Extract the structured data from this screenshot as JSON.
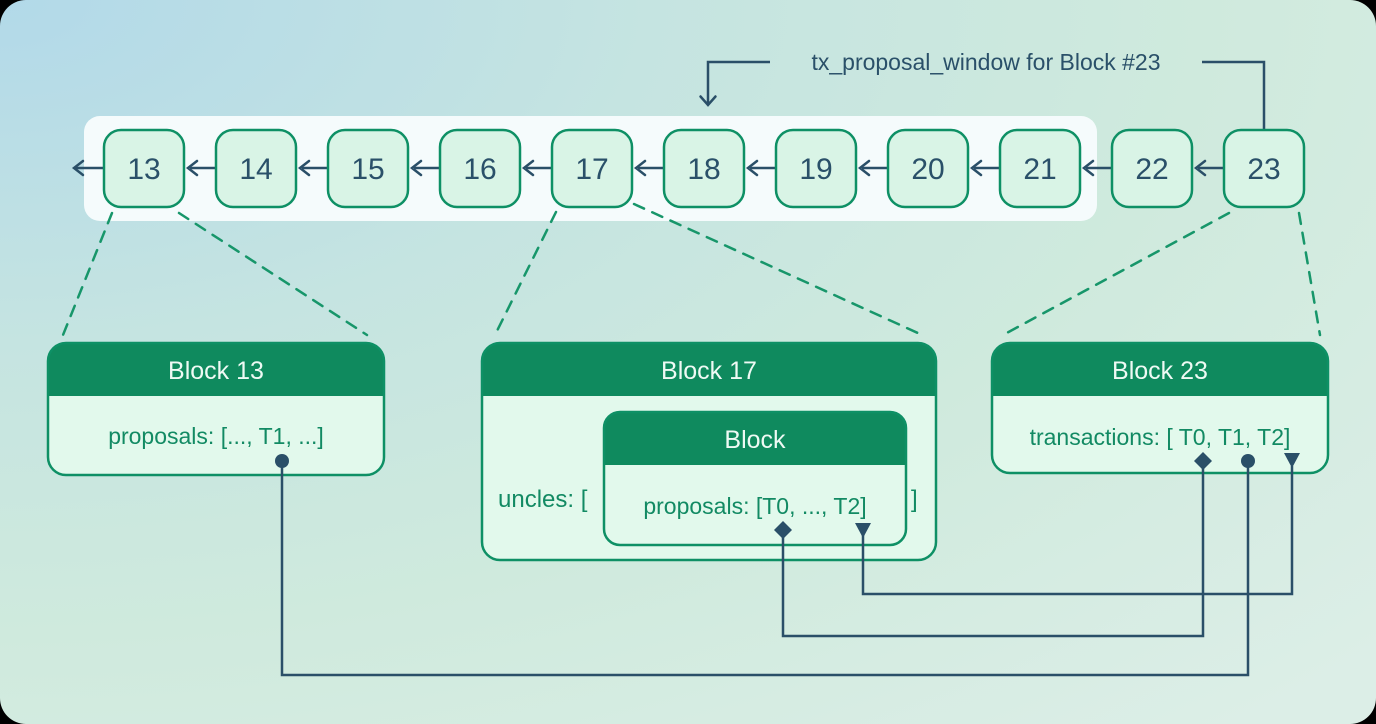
{
  "title": {
    "label": "tx_proposal_window for Block #23"
  },
  "chain": {
    "blocks": [
      {
        "label": "13"
      },
      {
        "label": "14"
      },
      {
        "label": "15"
      },
      {
        "label": "16"
      },
      {
        "label": "17"
      },
      {
        "label": "18"
      },
      {
        "label": "19"
      },
      {
        "label": "20"
      },
      {
        "label": "21"
      },
      {
        "label": "22"
      },
      {
        "label": "23"
      }
    ],
    "window_covers_blocks": [
      "13",
      "14",
      "15",
      "16",
      "17",
      "18",
      "19",
      "20",
      "21"
    ]
  },
  "cards": {
    "block13": {
      "title": "Block 13",
      "body": "proposals: [..., T1, ...]"
    },
    "block17": {
      "title": "Block 17",
      "uncles_open": "uncles: [",
      "uncles_close": "]",
      "inner": {
        "title": "Block",
        "body": "proposals: [T0, ..., T2]"
      }
    },
    "block23": {
      "title": "Block 23",
      "body": "transactions: [ T0, T1, T2]"
    }
  },
  "connections": [
    {
      "transaction": "T0",
      "from": "Block 17 uncle proposals",
      "to": "Block 23 transactions",
      "marker": "diamond"
    },
    {
      "transaction": "T1",
      "from": "Block 13 proposals",
      "to": "Block 23 transactions",
      "marker": "circle"
    },
    {
      "transaction": "T2",
      "from": "Block 17 uncle proposals",
      "to": "Block 23 transactions",
      "marker": "triangle"
    }
  ],
  "colors": {
    "background_blue": "#b2d9e9",
    "background_green": "#cfeadd",
    "window_fill": "#f5fbfc",
    "block_fill": "#d9f4e6",
    "green_border": "#0e9065",
    "green_text": "#128a63",
    "header_fill": "#0f8a5e",
    "header_text": "#eefaf4",
    "navy": "#2a4f68",
    "dashed_green": "#17966a"
  }
}
